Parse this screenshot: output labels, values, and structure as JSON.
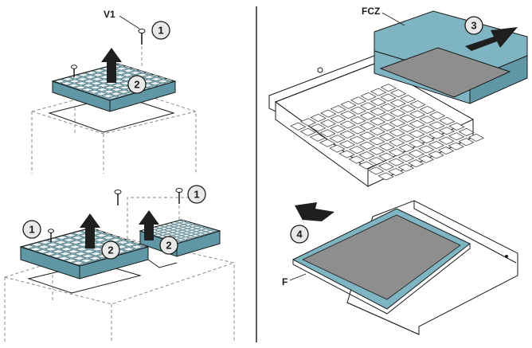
{
  "labels": {
    "screw": "V1",
    "filter_case": "FCZ",
    "filter": "F"
  },
  "step_numbers": {
    "one_top": "1",
    "two_top": "2",
    "three": "3",
    "one_bottom_left": "1",
    "one_bottom_right": "1",
    "two_bottom_left": "2",
    "two_bottom_right": "2",
    "four": "4"
  },
  "colors": {
    "teal": "#7fb5c2",
    "teal_dark": "#5f97a6",
    "filter_gray": "#8e8e8e",
    "arrow": "#1f1f1f",
    "badge": "#e9e9e9"
  },
  "icons": [
    "screw-icon",
    "lift-arrow-icon",
    "slide-arrow-icon"
  ]
}
